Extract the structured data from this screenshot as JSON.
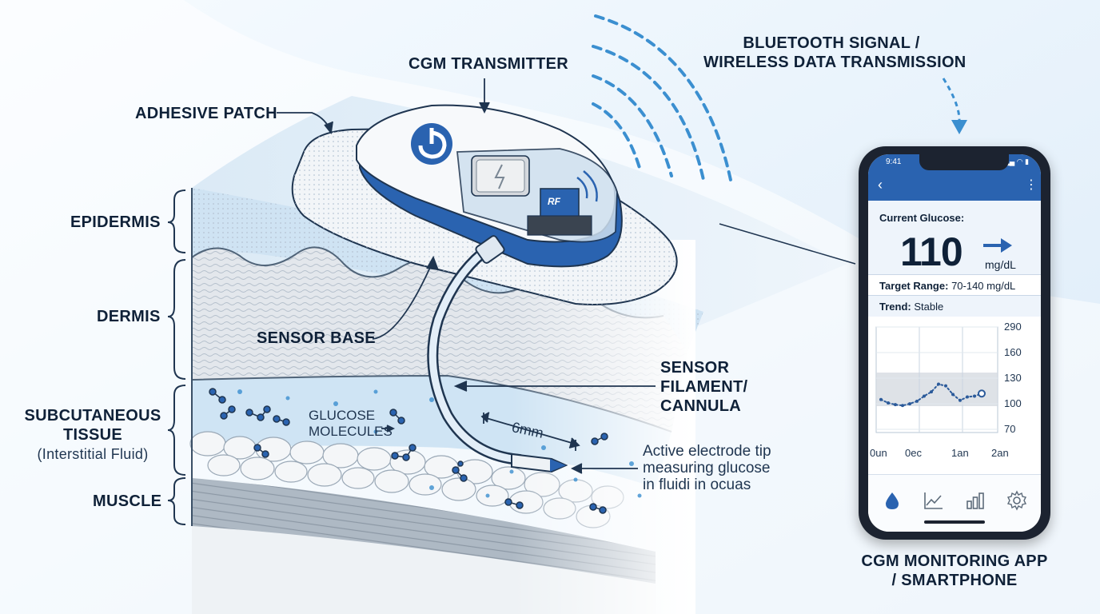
{
  "labels": {
    "transmitter": "CGM TRANSMITTER",
    "adhesive_patch": "ADHESIVE PATCH",
    "bluetooth_line1": "BLUETOOTH SIGNAL /",
    "bluetooth_line2": "WIRELESS DATA TRANSMISSION",
    "epidermis": "EPIDERMIS",
    "dermis": "DERMIS",
    "subcutaneous_line1": "SUBCUTANEOUS",
    "subcutaneous_line2": "TISSUE",
    "subcutaneous_note": "(Interstitial Fluid)",
    "muscle": "MUSCLE",
    "sensor_base": "SENSOR BASE",
    "filament_line1": "SENSOR",
    "filament_line2": "FILAMENT/",
    "filament_line3": "CANNULA",
    "glucose_line1": "GLUCOSE",
    "glucose_line2": "MOLECULES",
    "depth": "6mm",
    "electrode_line1": "Active electrode tip",
    "electrode_line2": "measuring glucose",
    "electrode_line3": "in fluidi in ocuas",
    "chip": "RF",
    "app_line1": "CGM MONITORING APP",
    "app_line2": "/ SMARTPHONE"
  },
  "phone": {
    "time": "9:41",
    "back_icon": "chevron-left-icon",
    "menu_icon": "more-vertical-icon",
    "current_glucose_label": "Current Glucose:",
    "glucose_value": "110",
    "glucose_unit": "mg/dL",
    "trend_arrow_icon": "arrow-right-icon",
    "target_range_label": "Target Range:",
    "target_range_value": "70-140 mg/dL",
    "trend_label": "Trend:",
    "trend_value": "Stable",
    "tabs": [
      "drop-icon",
      "line-chart-icon",
      "bar-chart-icon",
      "gear-icon"
    ]
  },
  "chart_data": {
    "type": "line",
    "y_ticks": [
      "290",
      "160",
      "130",
      "100",
      "70"
    ],
    "x_ticks": [
      "0un",
      "0ec",
      "1an",
      "2an"
    ],
    "target_band": [
      70,
      140
    ],
    "series": [
      {
        "values": [
          104,
          100,
          98,
          97,
          99,
          102,
          108,
          113,
          122,
          120,
          110,
          103,
          107,
          108,
          111
        ]
      }
    ]
  },
  "colors": {
    "brand_blue": "#2a63b0",
    "accent_blue": "#3b8fd0",
    "ink": "#0f2138",
    "line_dark": "#2b5a9a"
  }
}
